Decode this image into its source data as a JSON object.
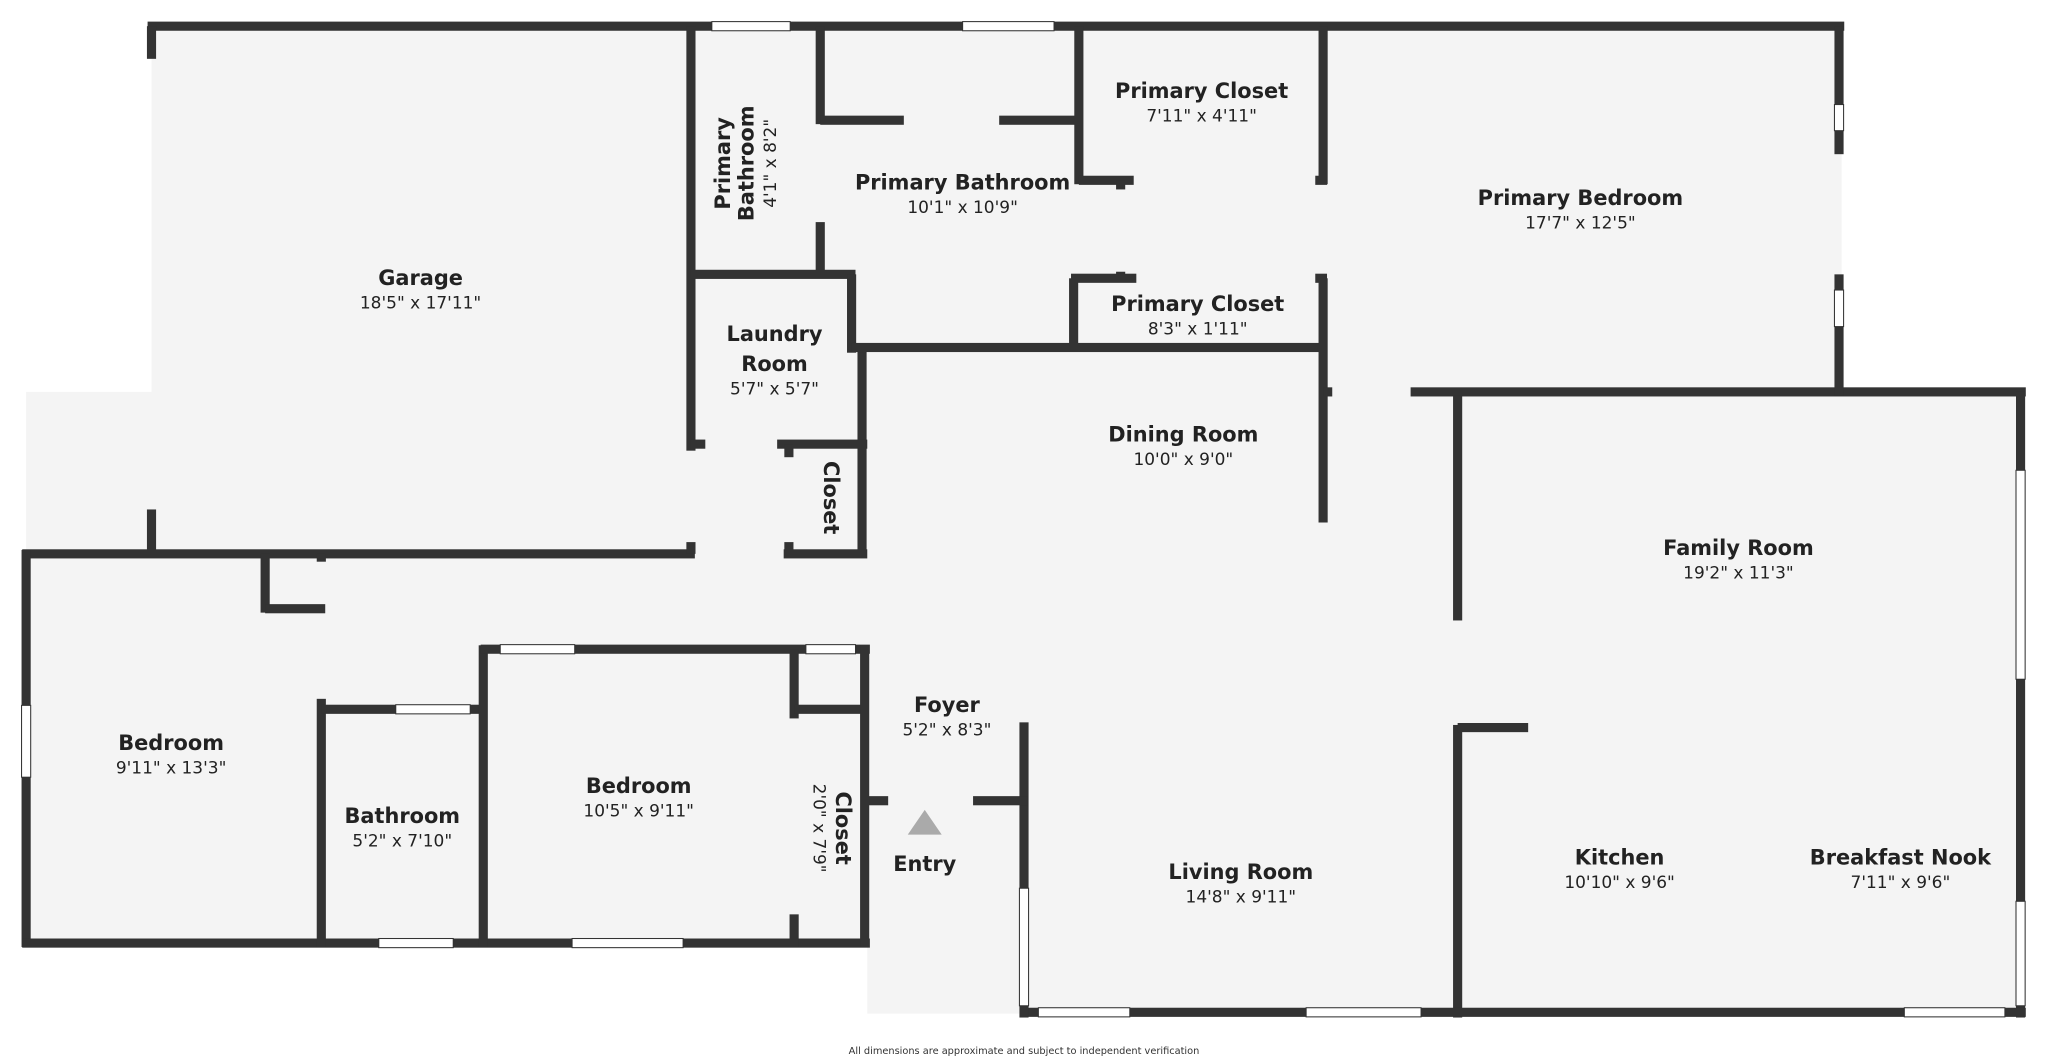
{
  "rooms": [
    {
      "name": "Garage",
      "dims": "18'5\" x 17'11\""
    },
    {
      "name": "Primary Bathroom",
      "name_lines": [
        "Primary",
        "Bathroom"
      ],
      "dims": "4'1\" x 8'2\""
    },
    {
      "name": "Primary Bathroom",
      "dims": "10'1\" x 10'9\""
    },
    {
      "name": "Primary Closet",
      "dims": "7'11\" x 4'11\""
    },
    {
      "name": "Primary Bedroom",
      "dims": "17'7\" x 12'5\""
    },
    {
      "name": "Primary Closet",
      "dims": "8'3\" x 1'11\""
    },
    {
      "name": "Laundry Room",
      "name_lines": [
        "Laundry",
        "Room"
      ],
      "dims": "5'7\" x 5'7\""
    },
    {
      "name": "Closet",
      "dims": ""
    },
    {
      "name": "Dining Room",
      "dims": "10'0\" x 9'0\""
    },
    {
      "name": "Family Room",
      "dims": "19'2\" x 11'3\""
    },
    {
      "name": "Bedroom",
      "dims": "9'11\" x 13'3\""
    },
    {
      "name": "Bathroom",
      "dims": "5'2\" x 7'10\""
    },
    {
      "name": "Bedroom",
      "dims": "10'5\" x 9'11\""
    },
    {
      "name": "Closet",
      "dims": "2'0\" x 7'9\""
    },
    {
      "name": "Foyer",
      "dims": "5'2\" x 8'3\""
    },
    {
      "name": "Living Room",
      "dims": "14'8\" x 9'11\""
    },
    {
      "name": "Kitchen",
      "dims": "10'10\" x 9'6\""
    },
    {
      "name": "Breakfast Nook",
      "dims": "7'11\" x 9'6\""
    }
  ],
  "entry_label": "Entry",
  "disclaimer": "All dimensions are approximate and subject to independent verification",
  "colors": {
    "wall": "#333333",
    "floor": "#f4f4f4",
    "entry_arrow": "#aaaaaa"
  }
}
